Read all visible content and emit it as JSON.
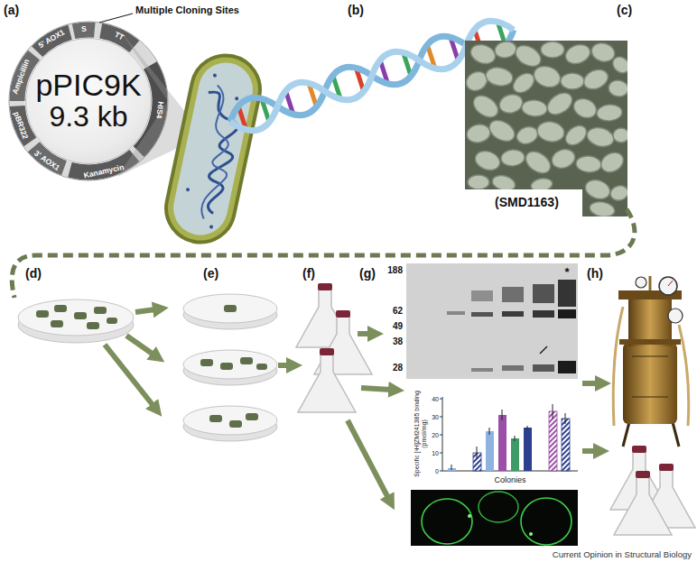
{
  "diagram": {
    "caption": "Current Opinion in Structural Biology",
    "nodes": [
      {
        "text": [
          "pPIC9K",
          "9.3 kb"
        ]
      }
    ],
    "labels": [
      "(a)",
      "Multiple Cloning Sites",
      "5' AOX1",
      "S",
      "TT",
      "HIS4",
      "Kanamycin",
      "3' AOX1",
      "pBR322",
      "Ampicillin",
      "(b)",
      "(c)",
      "(SMD1163)",
      "(d)",
      "(e)",
      "(f)",
      "(g)",
      "188",
      "62",
      "49",
      "38",
      "28",
      "*",
      "40",
      "30",
      "20",
      "10",
      "0",
      "Specific [³H]ZM241385 binding (pmol/mg)",
      "Colonies",
      "(h)"
    ]
  }
}
